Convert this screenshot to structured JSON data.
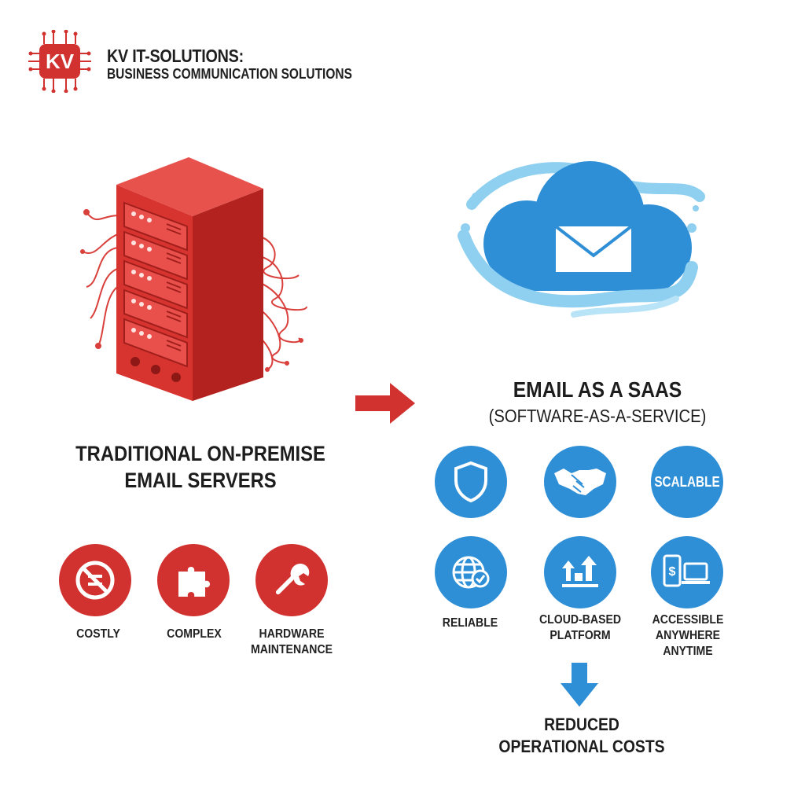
{
  "header": {
    "logo_text": "KV",
    "brand_title": "KV IT-SOLUTIONS:",
    "brand_subtitle": "BUSINESS COMMUNICATION SOLUTIONS"
  },
  "left": {
    "title_line1": "TRADITIONAL ON-PREMISE",
    "title_line2": "EMAIL SERVERS",
    "items": [
      {
        "label": "COSTLY",
        "icon": "no-money-icon"
      },
      {
        "label": "COMPLEX",
        "icon": "puzzle-icon"
      },
      {
        "label_line1": "HARDWARE",
        "label_line2": "MAINTENANCE",
        "icon": "wrench-icon"
      }
    ]
  },
  "right": {
    "title_line1": "EMAIL AS A SAAS",
    "title_line2": "(SOFTWARE-AS-A-SERVICE)",
    "badges": [
      {
        "icon": "shield-icon"
      },
      {
        "icon": "handshake-icon"
      },
      {
        "text": "SCALABLE"
      }
    ],
    "items": [
      {
        "label": "RELIABLE",
        "icon": "globe-check-icon"
      },
      {
        "label_line1": "CLOUD-BASED",
        "label_line2": "PLATFORM",
        "icon": "growth-arrows-icon"
      },
      {
        "label_line1": "ACCESSIBLE",
        "label_line2": "ANYWHERE",
        "label_line3": "ANYTIME",
        "icon": "devices-icon"
      }
    ],
    "result_line1": "REDUCED",
    "result_line2": "OPERATIONAL COSTS"
  },
  "colors": {
    "red": "#d1322f",
    "blue": "#2f8fd6",
    "light_blue": "#8fd0f0"
  }
}
